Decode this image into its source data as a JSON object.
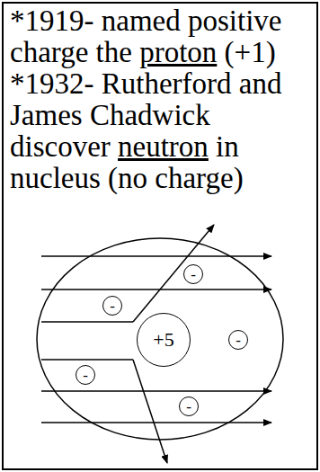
{
  "diagram": {
    "nodes": [
      {
        "text": [
          "-"
        ]
      },
      {
        "text": [
          "-"
        ]
      },
      {
        "text": [
          "+5"
        ]
      },
      {
        "text": [
          "-"
        ]
      },
      {
        "text": [
          "-"
        ]
      },
      {
        "text": [
          "-"
        ]
      }
    ],
    "labels": [
      "*1919- named positive charge the",
      "proton",
      "(+1)",
      "*1932- Rutherford and James Chadwick discover",
      "neutron",
      "in nucleus (no charge)"
    ]
  }
}
